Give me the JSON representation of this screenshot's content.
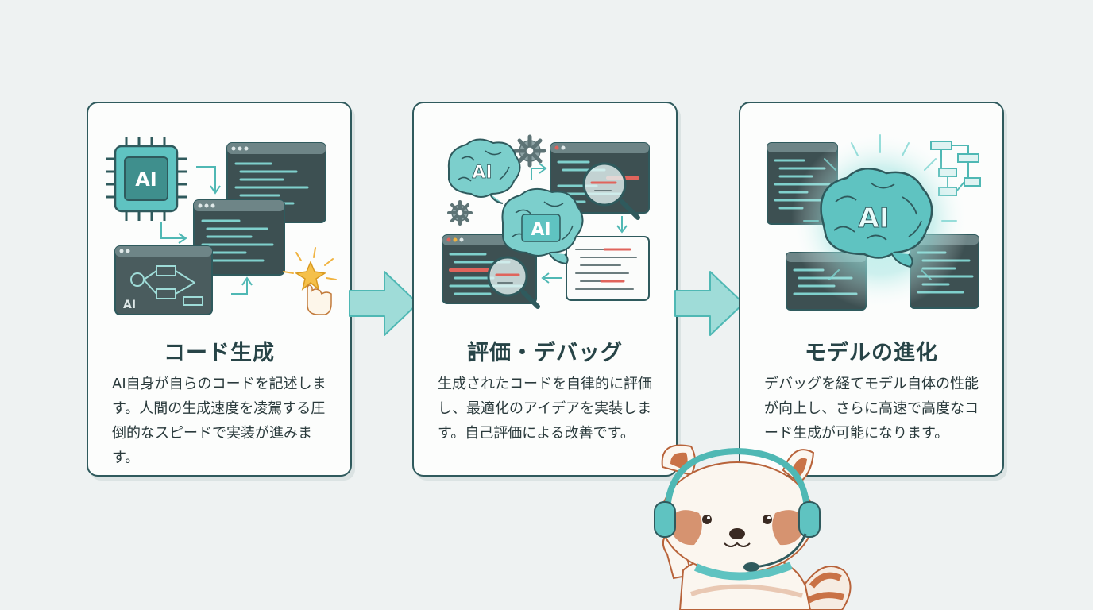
{
  "cards": [
    {
      "title": "コード生成",
      "description": "AI自身が自らのコードを記述します。人間の生成速度を凌駕する圧倒的なスピードで実装が進みます。",
      "chip_label": "AI",
      "small_label": "AI"
    },
    {
      "title": "評価・デバッグ",
      "description": "生成されたコードを自律的に評価し、最適化のアイデアを実装します。自己評価による改善です。",
      "brain_label_1": "AI",
      "brain_label_2": "AI"
    },
    {
      "title": "モデルの進化",
      "description": "デバッグを経てモデル自体の性能が向上し、さらに高速で高度なコード生成が可能になります。",
      "brain_label": "AI"
    }
  ],
  "colors": {
    "teal": "#5fc3c1",
    "dark_teal": "#2f5a5d",
    "arrow_fill": "#9fdcd8",
    "code_bg": "#3d5052",
    "red_highlight": "#e0645c"
  },
  "icons": [
    "ai-chip-icon",
    "code-window-icon",
    "flowchart-icon",
    "tap-hand-icon",
    "brain-icon",
    "gear-icon",
    "magnifier-icon",
    "red-panda-mascot"
  ]
}
